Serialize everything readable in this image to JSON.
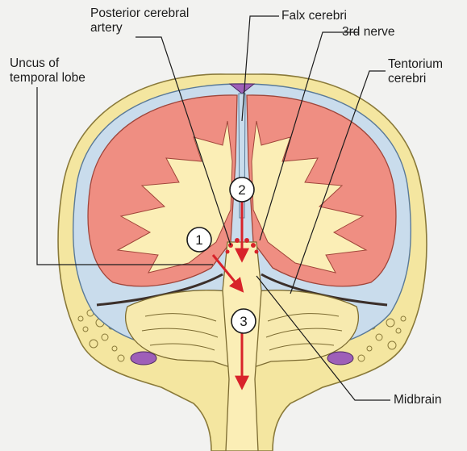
{
  "labels": {
    "posterior_cerebral_artery": [
      "Posterior cerebral",
      "artery"
    ],
    "uncus_of_temporal_lobe": [
      "Uncus of",
      "temporal lobe"
    ],
    "falx_cerebri": "Falx cerebri",
    "third_nerve": "3rd nerve",
    "tentorium_cerebri": [
      "Tentorium",
      "cerebri"
    ],
    "midbrain": "Midbrain"
  },
  "markers": [
    "1",
    "2",
    "3"
  ],
  "colors": {
    "background": "#f2f2f0",
    "skull_bone": "#f4e6a0",
    "dura_membrane": "#c9dcec",
    "cerebrum": "#ef8e82",
    "white_matter": "#fbeeb6",
    "cerebellum": "#f7eaaf",
    "sinus": "#9e5fb8",
    "arrow": "#d8232a",
    "leader_line": "#1c1c1c"
  }
}
